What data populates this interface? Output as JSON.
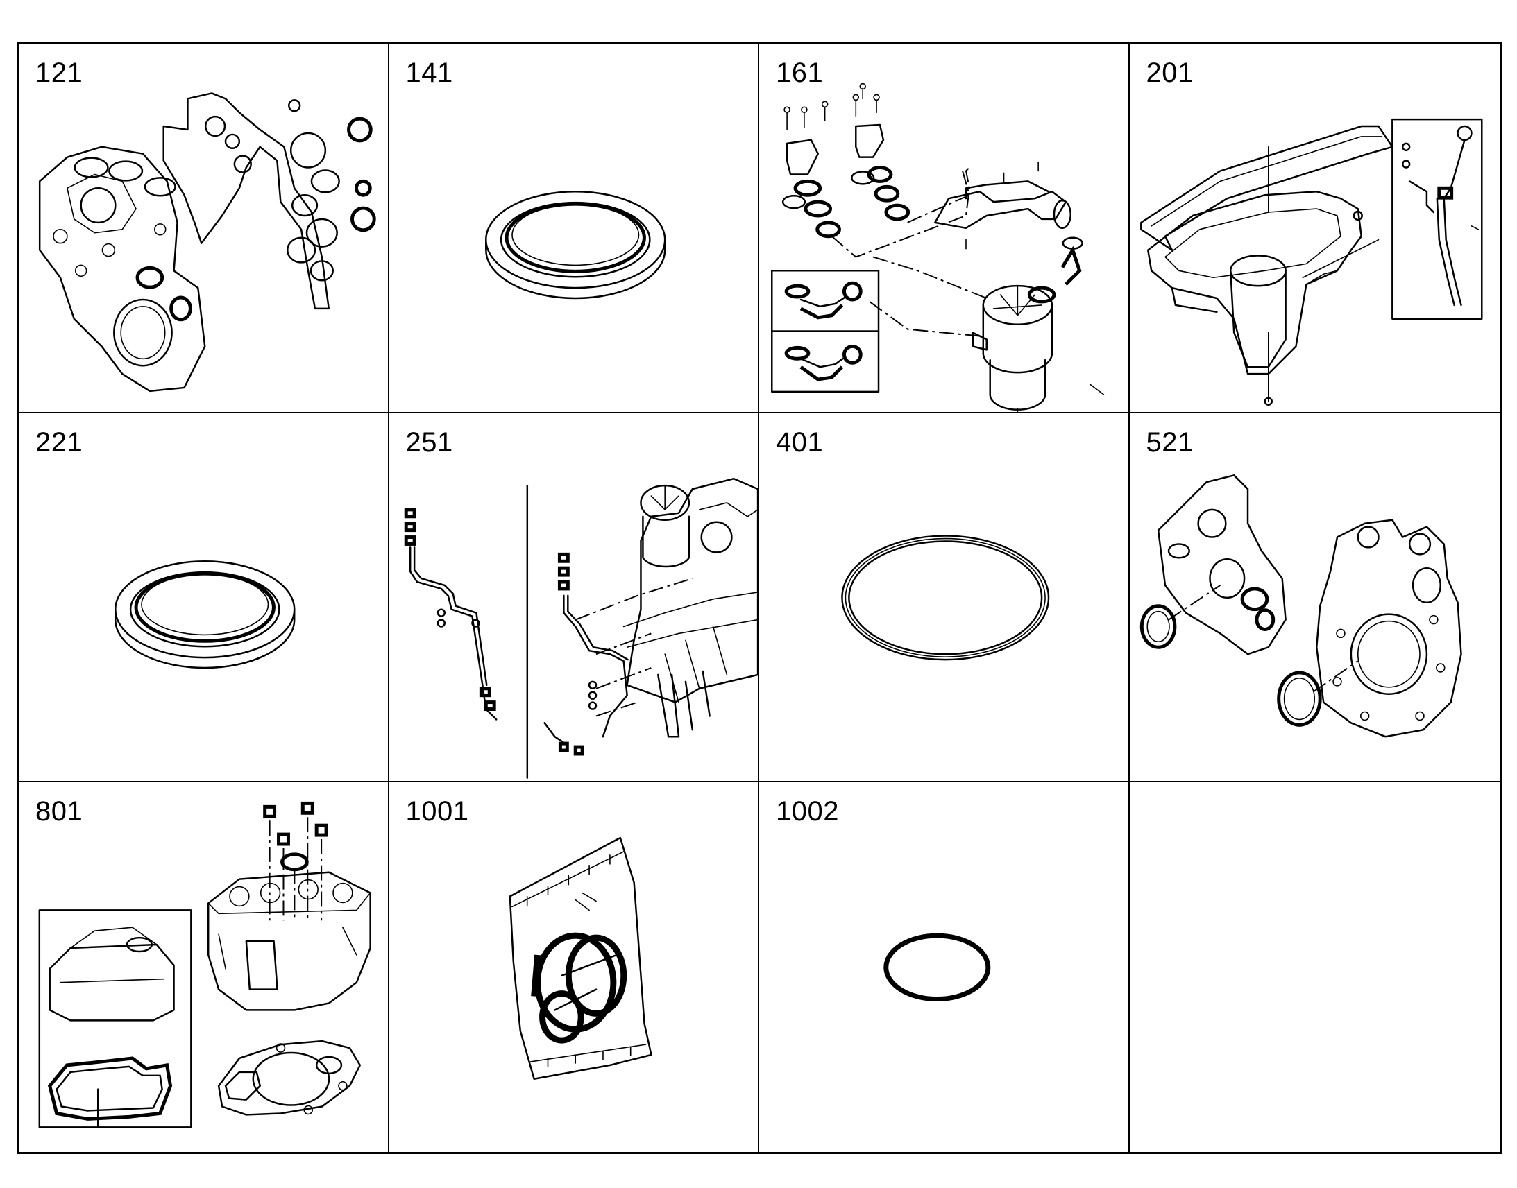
{
  "cells": [
    {
      "label": "121",
      "icon": "timing-cover-gasket-kit-icon"
    },
    {
      "label": "141",
      "icon": "radial-shaft-seal-icon"
    },
    {
      "label": "161",
      "icon": "oil-separator-hose-kit-icon"
    },
    {
      "label": "201",
      "icon": "oil-pan-gasket-dipstick-icon"
    },
    {
      "label": "221",
      "icon": "radial-shaft-seal-icon"
    },
    {
      "label": "251",
      "icon": "oil-line-kit-icon"
    },
    {
      "label": "401",
      "icon": "o-ring-icon"
    },
    {
      "label": "521",
      "icon": "flywheel-housing-seal-icon"
    },
    {
      "label": "801",
      "icon": "cylinder-head-gasket-kit-icon"
    },
    {
      "label": "1001",
      "icon": "seal-ring-bag-icon"
    },
    {
      "label": "1002",
      "icon": "o-ring-small-icon"
    },
    {
      "label": "",
      "icon": ""
    }
  ]
}
